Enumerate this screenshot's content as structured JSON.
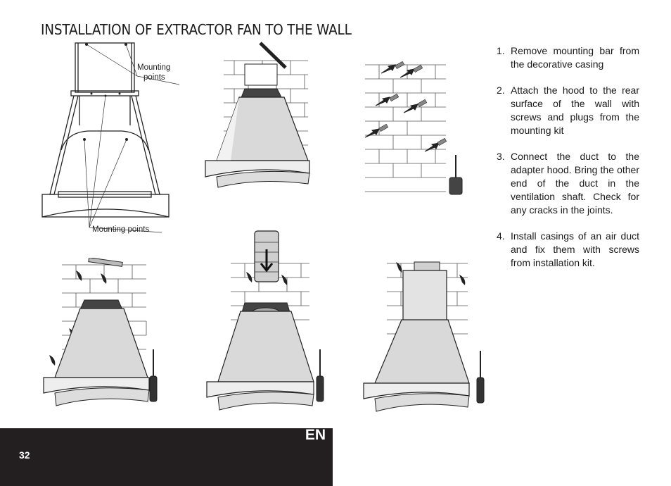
{
  "page": {
    "title": "INSTALLATION OF EXTRACTOR FAN TO THE WALL",
    "language": "EN",
    "page_number": "32"
  },
  "figure1": {
    "label_top_line1": "Mounting",
    "label_top_line2": "points",
    "label_bottom": "Mounting points"
  },
  "steps": [
    {
      "num": "1.",
      "text": "Remove mounting bar from the decorative casing"
    },
    {
      "num": "2.",
      "text": "Attach the hood to the rear surface of the wall with screws and plugs from the mounting kit"
    },
    {
      "num": "3.",
      "text": "Connect the duct to the adapter hood. Bring the other end of the duct in the ventilation shaft. Check for any cracks in the joints."
    },
    {
      "num": "4.",
      "text": "Install casings of an air duct and fix them with screws from installation kit."
    }
  ],
  "colors": {
    "footer_bg": "#231f20",
    "footer_text": "#ffffff"
  }
}
